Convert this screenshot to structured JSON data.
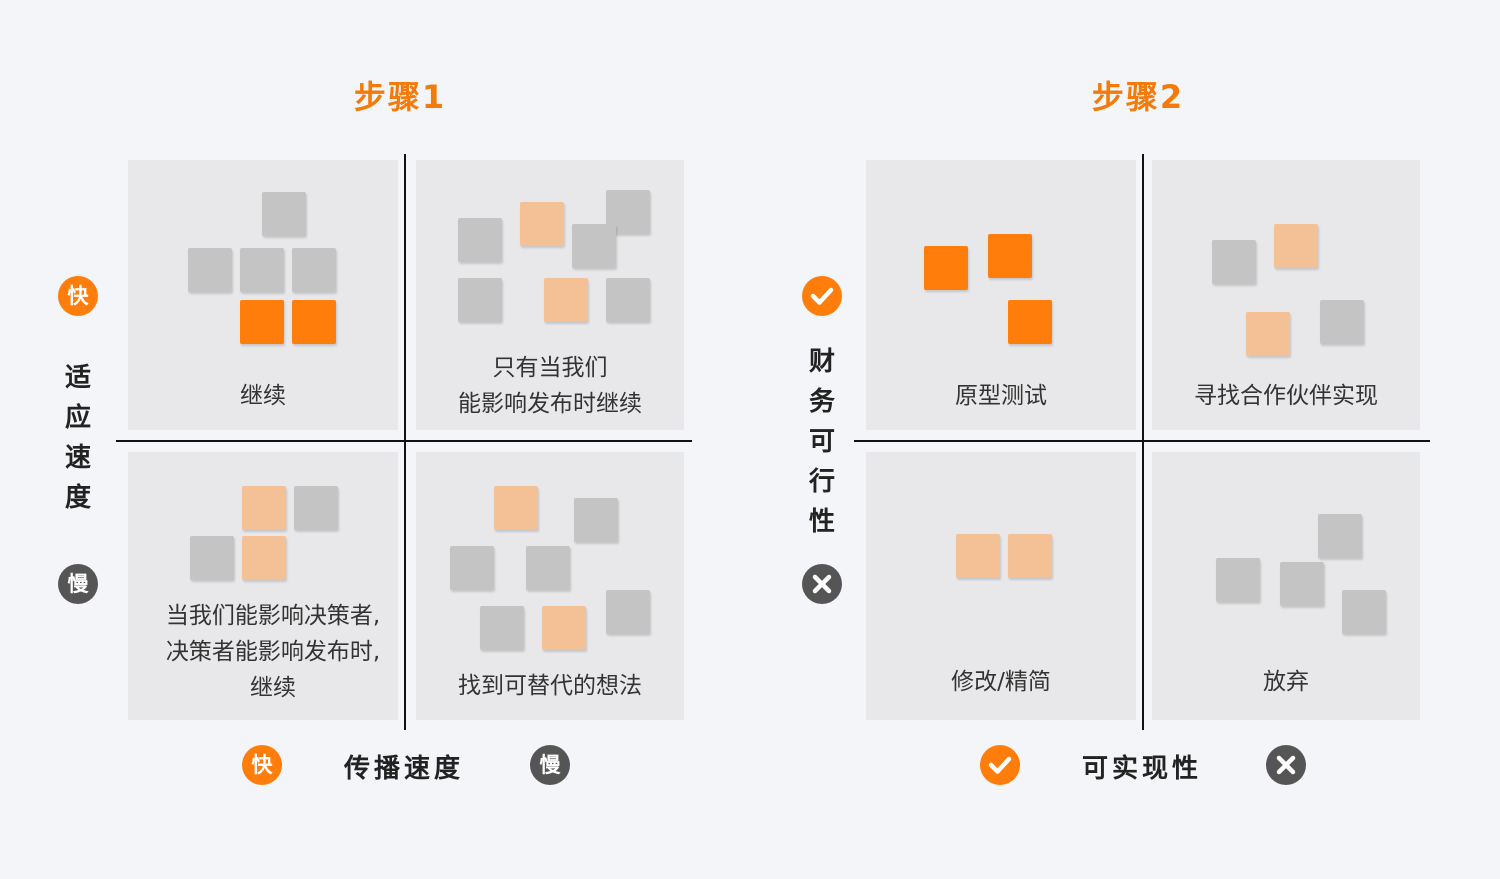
{
  "step1": {
    "title": "步骤1",
    "y_axis": {
      "label_chars": [
        "适",
        "应",
        "速",
        "度"
      ],
      "top": "快",
      "bottom": "慢"
    },
    "x_axis": {
      "label": "传播速度",
      "left": "快",
      "right": "慢"
    },
    "quadrants": {
      "top_left": "继续",
      "top_right": [
        "只有当我们",
        "能影响发布时继续"
      ],
      "bottom_left": [
        "当我们能影响决策者,",
        "决策者能影响发布时,",
        "继续"
      ],
      "bottom_right": "找到可替代的想法"
    }
  },
  "step2": {
    "title": "步骤2",
    "y_axis": {
      "label_chars": [
        "财",
        "务",
        "可",
        "行",
        "性"
      ]
    },
    "x_axis": {
      "label": "可实现性"
    },
    "quadrants": {
      "top_left": "原型测试",
      "top_right": "寻找合作伙伴实现",
      "bottom_left": "修改/精简",
      "bottom_right": "放弃"
    }
  },
  "icons": {
    "yes": "check-icon",
    "no": "cross-icon"
  },
  "colors": {
    "accent": "#ff7d0b",
    "light_accent": "#f4c095",
    "gray_note": "#c4c4c4",
    "dark_badge": "#555555"
  }
}
